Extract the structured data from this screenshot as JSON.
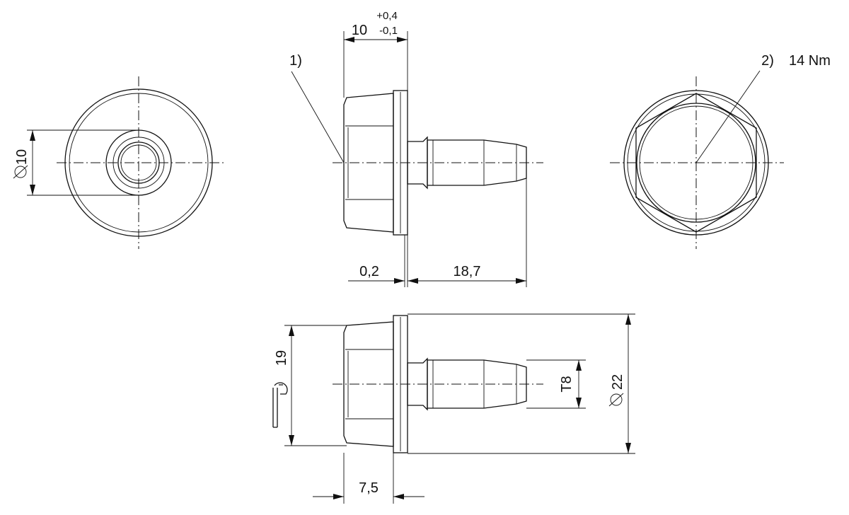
{
  "labels": {
    "dia_10": "10",
    "len_10": "10",
    "tol_upper": "+0,4",
    "tol_lower": "-0,1",
    "note_1": "1)",
    "note_2": "2)",
    "torque": "14 Nm",
    "dim_0_2": "0,2",
    "dim_18_7": "18,7",
    "dim_19": "19",
    "thread": "T8",
    "dia_22": "22",
    "dim_7_5": "7,5"
  },
  "symbols": {
    "diameter": "diameter-symbol",
    "wrench": "wrench-icon"
  }
}
